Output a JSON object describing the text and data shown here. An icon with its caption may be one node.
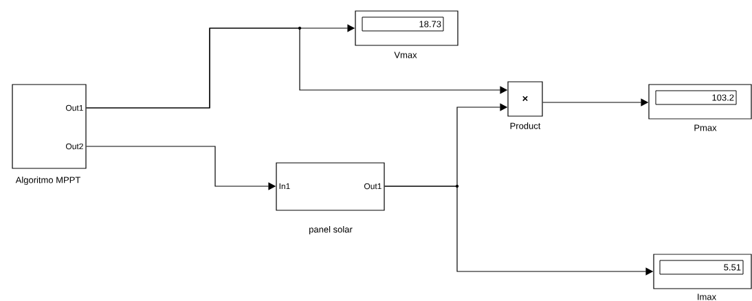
{
  "diagram": {
    "nodes": [
      {
        "text": [
          "Out1",
          "Out2",
          "Algoritmo MPPT"
        ]
      },
      {
        "text": [
          "18.73",
          "Vmax"
        ]
      },
      {
        "text": [
          "×",
          "Product"
        ]
      },
      {
        "text": [
          "103.2",
          "Pmax"
        ]
      },
      {
        "text": [
          "In1",
          "Out1",
          "panel solar"
        ]
      },
      {
        "text": [
          "5.51",
          "Imax"
        ]
      }
    ],
    "edges": [
      {
        "from": 0,
        "to": 1,
        "arrow": "to"
      },
      {
        "from": 0,
        "to": 2,
        "arrow": "to"
      },
      {
        "from": 0,
        "to": 4,
        "arrow": "to"
      },
      {
        "from": 4,
        "to": 2,
        "arrow": "to"
      },
      {
        "from": 4,
        "to": 5,
        "arrow": "to"
      },
      {
        "from": 2,
        "to": 3,
        "arrow": "to"
      }
    ]
  }
}
